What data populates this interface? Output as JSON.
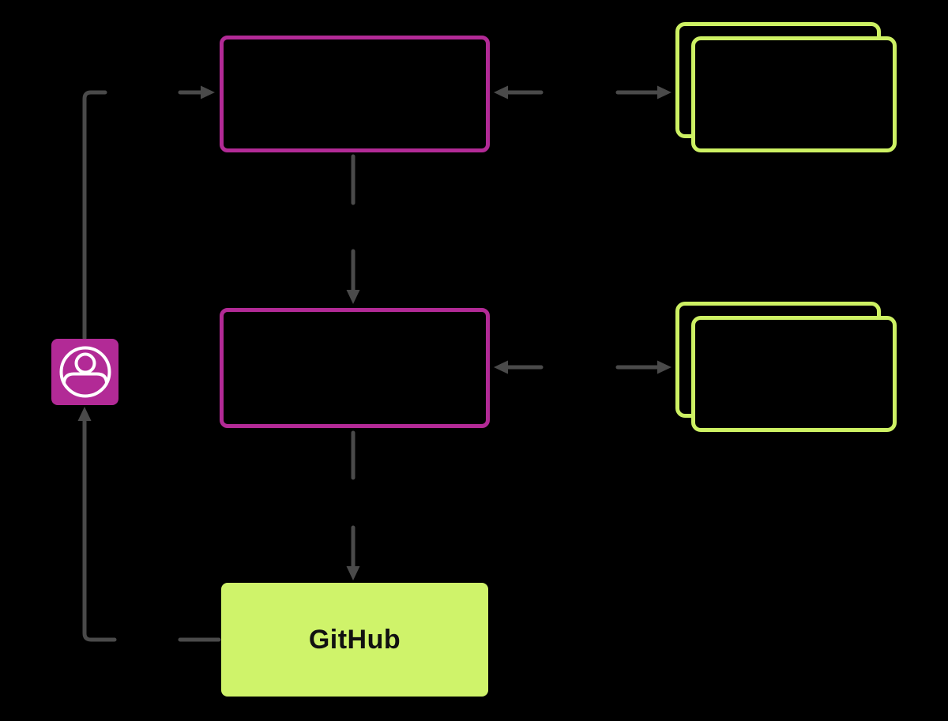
{
  "colors": {
    "background": "#000000",
    "magenta": "#b22a96",
    "lime": "#cdf163",
    "lime_fill": "#cff36a",
    "arrow": "#4a4a4a",
    "icon_stroke": "#ffffff",
    "github_text": "#111111"
  },
  "diagram": {
    "type": "flow-diagram",
    "github_label": "GitHub",
    "user_icon": "user-icon",
    "nodes": [
      {
        "id": "top-process-box",
        "label": "",
        "style": "magenta-outline"
      },
      {
        "id": "top-stack",
        "label": "",
        "style": "lime-outline-stacked"
      },
      {
        "id": "middle-process-box",
        "label": "",
        "style": "magenta-outline"
      },
      {
        "id": "middle-stack",
        "label": "",
        "style": "lime-outline-stacked"
      },
      {
        "id": "github-box",
        "label": "GitHub",
        "style": "lime-filled"
      },
      {
        "id": "user",
        "label": "",
        "style": "magenta-filled-icon"
      }
    ],
    "edges": [
      {
        "from": "user",
        "to": "top-process-box"
      },
      {
        "from": "top-stack",
        "to": "top-process-box",
        "bidirectional_pair": true
      },
      {
        "from": "top-process-box",
        "to": "middle-process-box"
      },
      {
        "from": "middle-stack",
        "to": "middle-process-box",
        "bidirectional_pair": true
      },
      {
        "from": "middle-process-box",
        "to": "github-box"
      },
      {
        "from": "github-box",
        "to": "user"
      }
    ]
  }
}
